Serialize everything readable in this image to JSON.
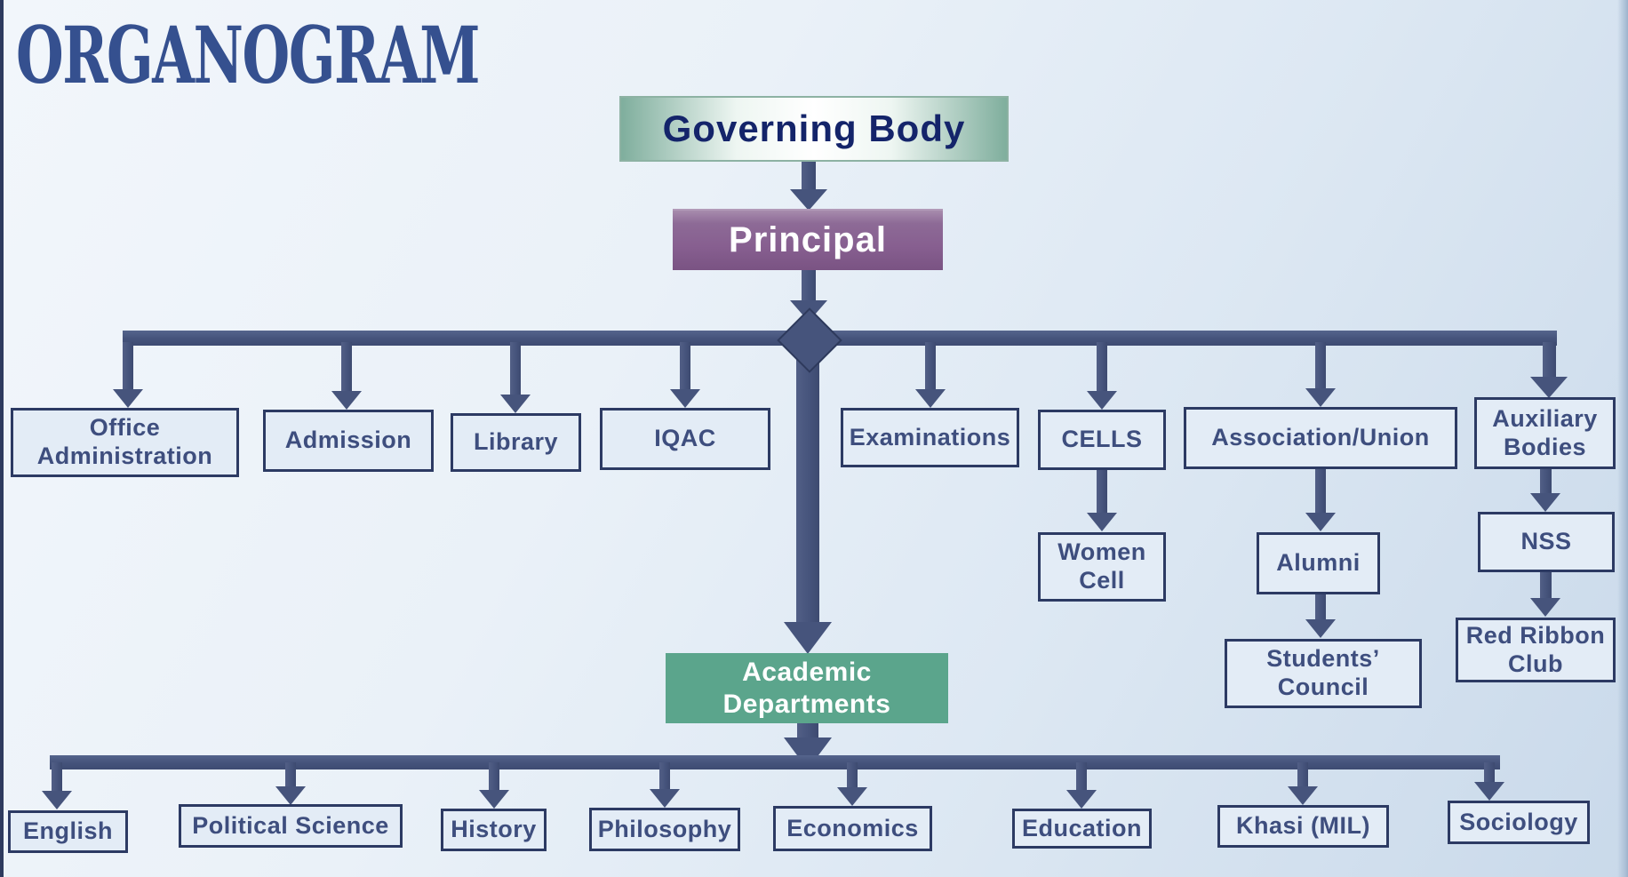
{
  "title": "ORGANOGRAM",
  "org": {
    "governing_body": "Governing Body",
    "principal": "Principal",
    "units": {
      "office_administration": "Office Administration",
      "admission": "Admission",
      "library": "Library",
      "iqac": "IQAC",
      "examinations": "Examinations",
      "cells": "CELLS",
      "association_union": "Association/Union",
      "auxiliary_bodies": "Auxiliary Bodies"
    },
    "sub_units": {
      "women_cell": "Women Cell",
      "alumni": "Alumni",
      "students_council": "Students’ Council",
      "nss": "NSS",
      "red_ribbon_club": "Red Ribbon Club"
    },
    "academic_departments": "Academic Departments",
    "departments": {
      "english": "English",
      "political_science": "Political Science",
      "history": "History",
      "philosophy": "Philosophy",
      "economics": "Economics",
      "education": "Education",
      "khasi_mil": "Khasi (MIL)",
      "sociology": "Sociology"
    }
  },
  "colors": {
    "title_text": "#35508f",
    "connector": "#46547c",
    "node_border": "#2c3a63",
    "node_fill": "#e3ecf6",
    "node_text": "#3e4e7e",
    "governing_body_edge": "#7fae9d",
    "governing_body_text": "#14246a",
    "principal_fill": "#875f90",
    "academic_fill": "#5ba58c",
    "background_top_left": "#f2f6fb",
    "background_bottom_right": "#c9d9ea"
  }
}
